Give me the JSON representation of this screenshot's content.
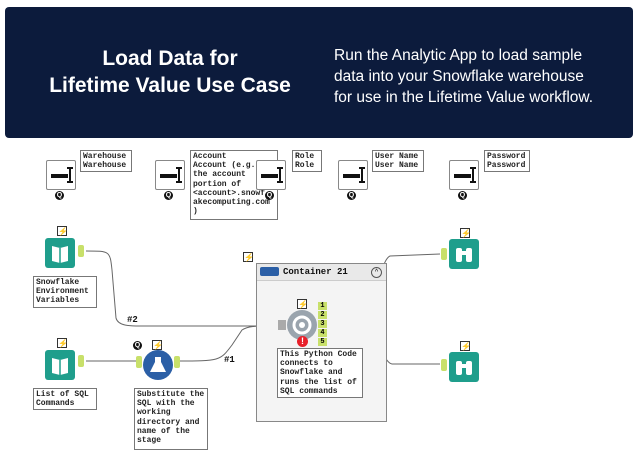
{
  "banner": {
    "title_line1": "Load Data for",
    "title_line2": "Lifetime Value Use Case",
    "desc_line1": "Run the Analytic App to load sample",
    "desc_line2": "data into your Snowflake warehouse",
    "desc_line3": "for use in the Lifetime Value workflow."
  },
  "interface_tools": [
    {
      "note": "Warehouse\nWarehouse",
      "icon": "text-box-icon"
    },
    {
      "note": "Account\nAccount (e.g.,\nthe account\nportion of\n<account>.snowf\nakecomputing.com\n)",
      "icon": "text-box-icon"
    },
    {
      "note": "Role\nRole",
      "icon": "text-box-icon"
    },
    {
      "note": "User Name\nUser Name",
      "icon": "text-box-icon"
    },
    {
      "note": "Password\nPassword",
      "icon": "text-box-icon"
    }
  ],
  "workflow": {
    "input1_note": "Snowflake\nEnvironment\nVariables",
    "input2_note": "List of SQL\nCommands",
    "formula_note": "Substitute the\nSQL with the\nworking\ndirectory and\nname of the\nstage",
    "python_note": "This Python Code\nconnects to\nSnowflake and\nruns the list of\nSQL commands",
    "container_title": "Container 21",
    "connection_labels": [
      "#2",
      "#1"
    ],
    "output_anchors": [
      "1",
      "2",
      "3",
      "4",
      "5"
    ],
    "bolt": "⚡",
    "q": "Q"
  },
  "colors": {
    "banner_bg": "#0c1b3c",
    "tool_teal": "#1f9e8c",
    "anchor_green": "#c8e06a",
    "error_red": "#e8202a"
  }
}
